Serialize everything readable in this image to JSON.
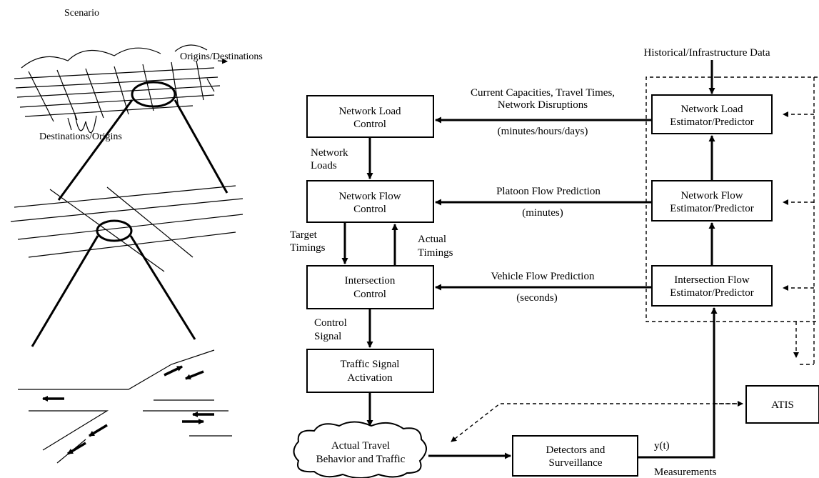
{
  "scenario_label": "Scenario",
  "illustration": {
    "origins_destinations": "Origins/Destinations",
    "destinations_origins": "Destinations/Origins"
  },
  "control": {
    "network_load": [
      "Network Load",
      "Control"
    ],
    "network_flow": [
      "Network Flow",
      "Control"
    ],
    "intersection": [
      "Intersection",
      "Control"
    ],
    "signal_activation": [
      "Traffic Signal",
      "Activation"
    ]
  },
  "estimators": {
    "network_load": [
      "Network Load",
      "Estimator/Predictor"
    ],
    "network_flow": [
      "Network Flow",
      "Estimator/Predictor"
    ],
    "intersection_flow": [
      "Intersection Flow",
      "Estimator/Predictor"
    ]
  },
  "other_boxes": {
    "atis": "ATIS",
    "detectors": [
      "Detectors and",
      "Surveillance"
    ],
    "travel": [
      "Actual Travel",
      "Behavior and Traffic"
    ]
  },
  "edge_labels": {
    "historical_data": "Historical/Infrastructure Data",
    "capacities": [
      "Current Capacities, Travel Times,",
      "Network Disruptions"
    ],
    "capacities_time": "(minutes/hours/days)",
    "platoon": "Platoon Flow Prediction",
    "platoon_time": "(minutes)",
    "vehicle": "Vehicle Flow Prediction",
    "vehicle_time": "(seconds)",
    "network_loads": [
      "Network",
      "Loads"
    ],
    "target_timings": [
      "Target",
      "Timings"
    ],
    "actual_timings": [
      "Actual",
      "Timings"
    ],
    "control_signal": [
      "Control",
      "Signal"
    ],
    "y_t": "y(t)",
    "measurements": "Measurements"
  }
}
